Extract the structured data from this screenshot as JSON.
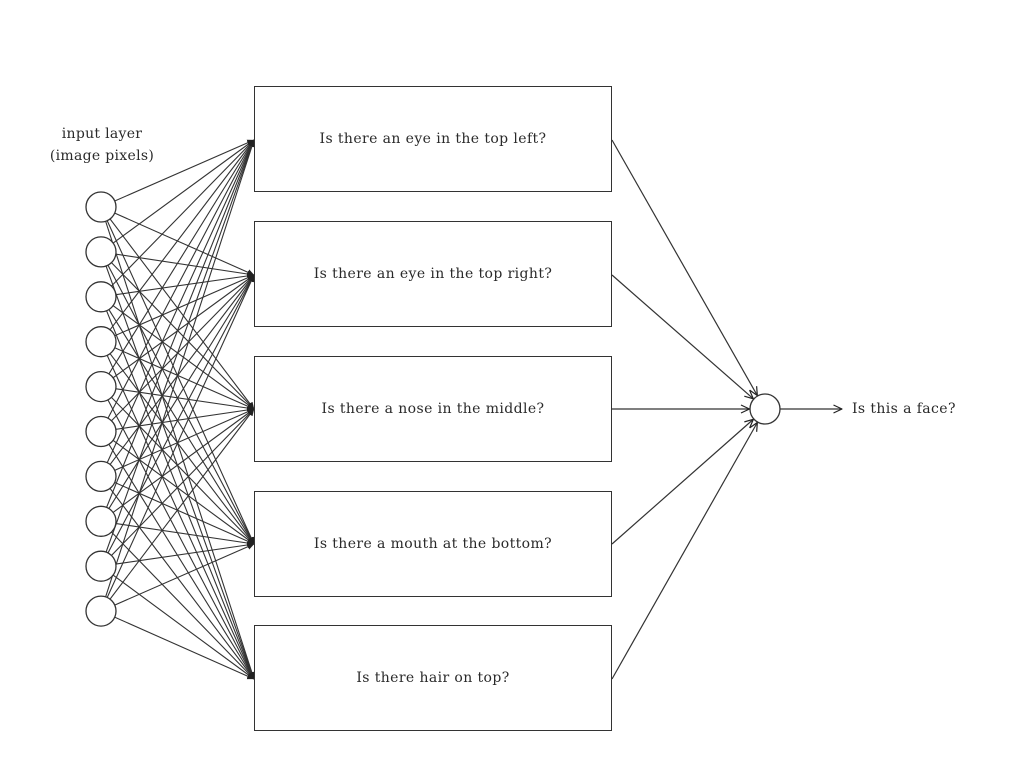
{
  "input_layer": {
    "title_line1": "input layer",
    "title_line2": "(image pixels)",
    "neuron_count": 10
  },
  "questions": [
    "Is there an eye in the top left?",
    "Is there an eye in the top right?",
    "Is there a nose in the middle?",
    "Is there a mouth at the bottom?",
    "Is there hair on top?"
  ],
  "output": {
    "label": "Is this a face?"
  },
  "colors": {
    "stroke": "#333333",
    "text": "#2a2a2a"
  }
}
